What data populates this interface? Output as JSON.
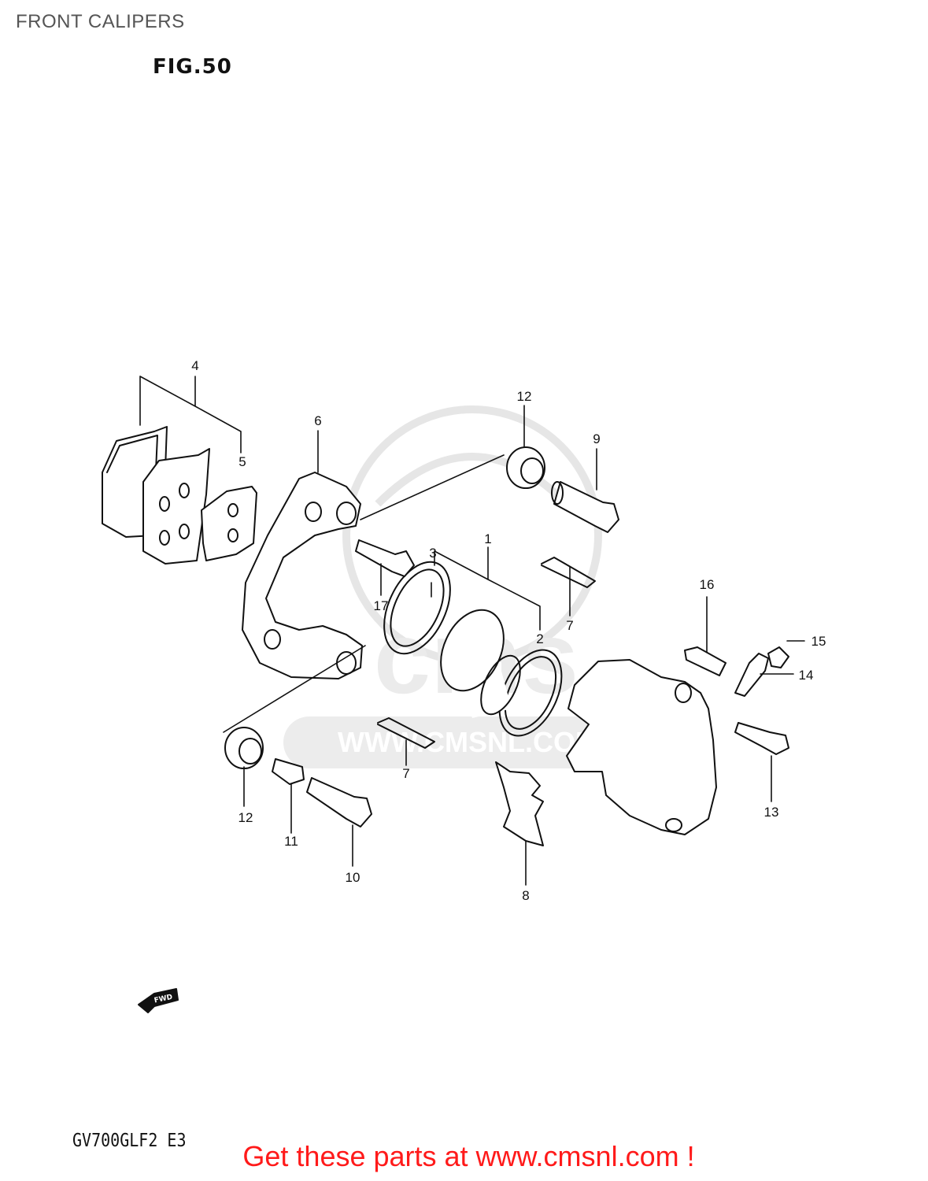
{
  "page": {
    "title": "FRONT CALIPERS",
    "figure": "FIG.50",
    "model_code": "GV700GLF2 E3",
    "banner": "Get these parts at www.cmsnl.com !",
    "watermark": "WWW.CMSNL.COM",
    "watermark_letters": "cms",
    "fwd_label": "FWD"
  },
  "callouts": {
    "c1": "1",
    "c2": "2",
    "c3": "3",
    "c4": "4",
    "c5": "5",
    "c6": "6",
    "c7a": "7",
    "c7b": "7",
    "c8": "8",
    "c9": "9",
    "c10": "10",
    "c11": "11",
    "c12a": "12",
    "c12b": "12",
    "c13": "13",
    "c14": "14",
    "c15": "15",
    "c16": "16",
    "c17": "17"
  },
  "colors": {
    "banner": "#ff1a1a",
    "title": "#555555",
    "line": "#111111",
    "watermark": "#e6e6e6"
  }
}
